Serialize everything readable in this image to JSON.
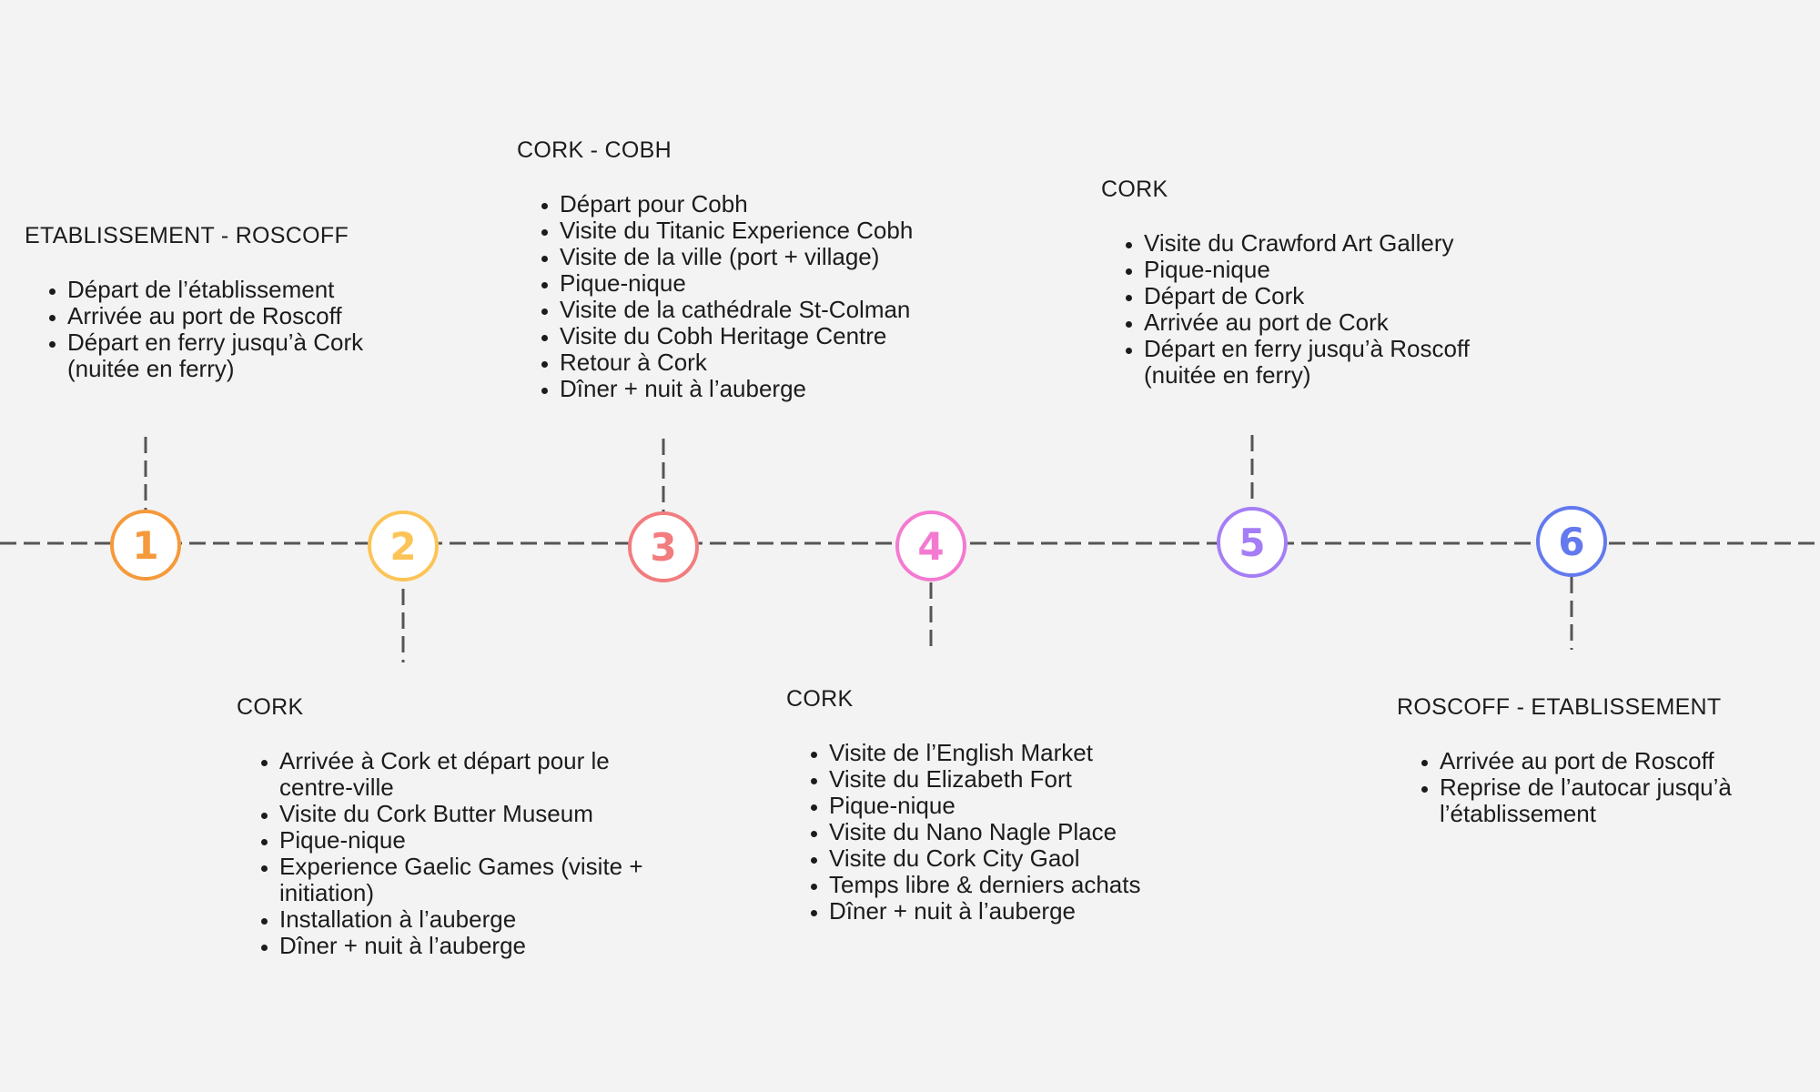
{
  "colors": {
    "background": "#f3f3f3",
    "connector": "#555555",
    "text": "#1c1c1c"
  },
  "stops": [
    {
      "number": "1",
      "color": "#f6993a",
      "title": "ETABLISSEMENT - ROSCOFF",
      "items": [
        "Départ de l’établissement",
        "Arrivée au port de Roscoff",
        "Départ en ferry jusqu’à Cork (nuitée en ferry)"
      ]
    },
    {
      "number": "2",
      "color": "#fcc457",
      "title": "CORK",
      "items": [
        "Arrivée à Cork et départ pour le centre-ville",
        "Visite du Cork Butter Museum",
        "Pique-nique",
        "Experience Gaelic Games (visite + initiation)",
        "Installation à l’auberge",
        "Dîner + nuit  à l’auberge"
      ]
    },
    {
      "number": "3",
      "color": "#f27c7e",
      "title": "CORK - COBH",
      "items": [
        "Départ pour Cobh",
        "Visite du Titanic Experience Cobh",
        "Visite de la ville (port + village)",
        "Pique-nique",
        "Visite de la cathédrale St-Colman",
        "Visite du Cobh Heritage Centre",
        "Retour à Cork",
        "Dîner + nuit à l’auberge"
      ]
    },
    {
      "number": "4",
      "color": "#f47ad1",
      "title": "CORK",
      "items": [
        "Visite de l’English Market",
        "Visite du Elizabeth Fort",
        "Pique-nique",
        "Visite du Nano Nagle Place",
        "Visite du Cork City Gaol",
        "Temps libre & derniers achats",
        "Dîner + nuit à l’auberge"
      ]
    },
    {
      "number": "5",
      "color": "#a57ef6",
      "title": "CORK",
      "items": [
        "Visite du Crawford Art Gallery",
        "Pique-nique",
        "Départ de Cork",
        "Arrivée au port de Cork",
        "Départ en ferry jusqu’à Roscoff (nuitée en ferry)"
      ]
    },
    {
      "number": "6",
      "color": "#6379ee",
      "title": "ROSCOFF - ETABLISSEMENT",
      "items": [
        "Arrivée au port de Roscoff",
        "Reprise de l’autocar jusqu’à l’établissement"
      ]
    }
  ]
}
